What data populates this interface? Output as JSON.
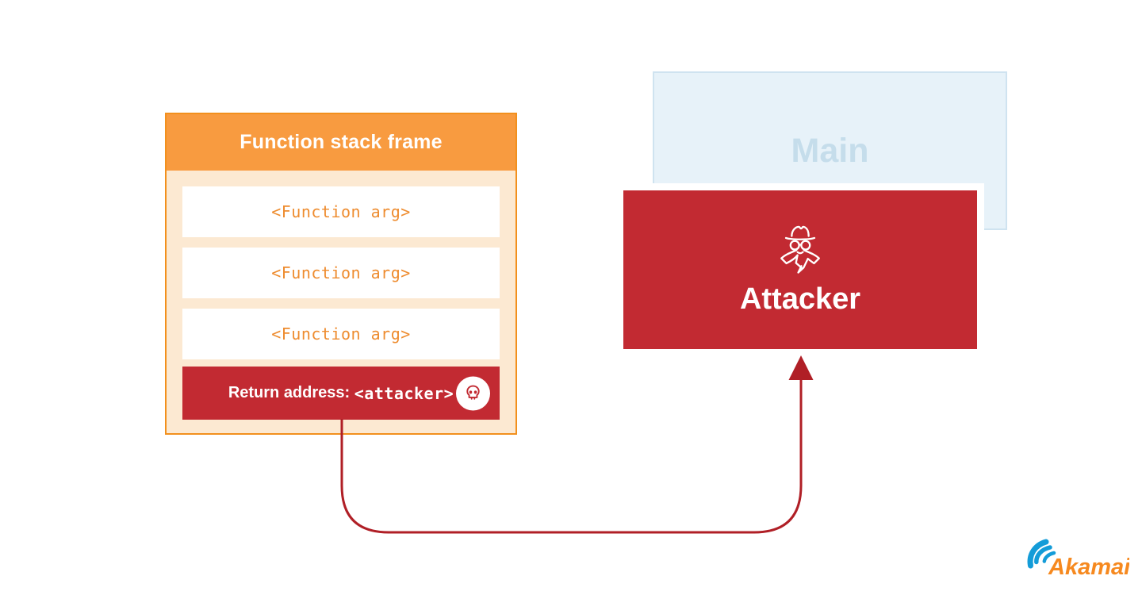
{
  "stack_frame": {
    "title": "Function stack frame",
    "args": [
      "<Function arg>",
      "<Function arg>",
      "<Function arg>"
    ],
    "return_label": "Return address: ",
    "return_value": "<attacker>",
    "icons": [
      "skull-icon"
    ]
  },
  "main_box": {
    "label": "Main"
  },
  "attacker_box": {
    "label": "Attacker",
    "icon": "spy-icon"
  },
  "logo": {
    "text": "Akamai"
  },
  "colors": {
    "header_orange": "#F89B40",
    "border_orange": "#F2901D",
    "body_peach": "#FCE9D2",
    "arg_text_orange": "#EE8C2F",
    "danger_red": "#C22A32",
    "arrow_red": "#B01F26",
    "main_fill_blue": "#E7F2F9",
    "main_border_blue": "#CFE3F0",
    "main_text_blue": "#C5DDEB",
    "logo_orange": "#F6891F",
    "logo_blue": "#149CD8"
  }
}
